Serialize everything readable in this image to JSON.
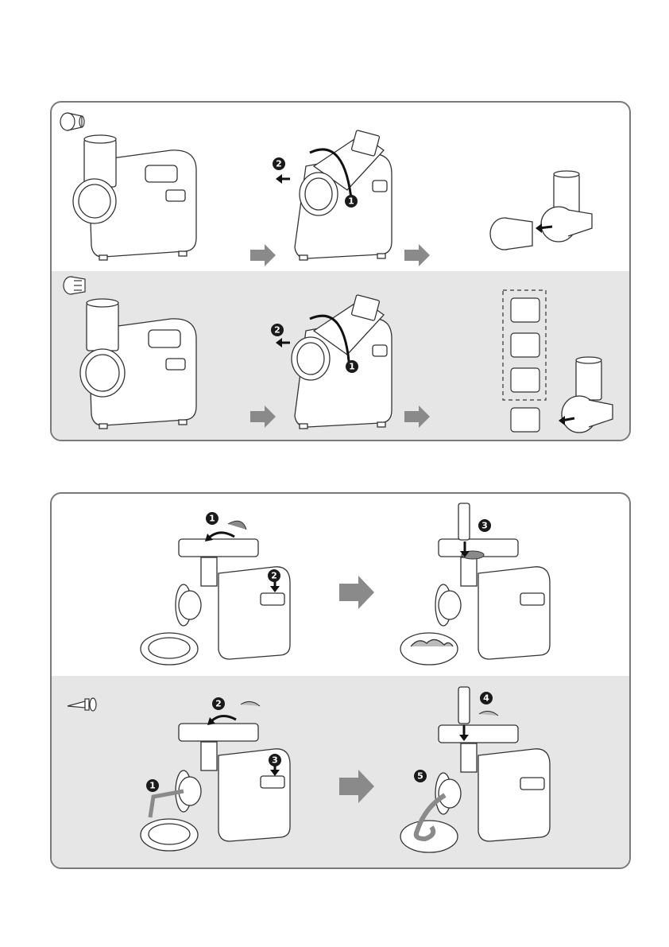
{
  "top_section": {
    "row1_steps": {
      "release": "1",
      "pull": "2"
    },
    "row2_steps": {
      "release": "1",
      "pull": "2"
    }
  },
  "bottom_section": {
    "row1_steps": {
      "feed": "1",
      "switch_on": "2",
      "push": "3"
    },
    "row2_steps": {
      "output": "1",
      "feed": "2",
      "switch_on": "3",
      "push": "4",
      "sausage": "5"
    }
  },
  "colors": {
    "arrow": "#8a8a8a",
    "outline": "#333333",
    "panel_border": "#7a7a7a",
    "gray_row": "#e6e6e6",
    "badge": "#1a1a1a"
  },
  "icons": [
    "slicer-drum-icon",
    "grater-drum-icon",
    "sausage-nozzle-icon",
    "step-arrow-icon"
  ]
}
